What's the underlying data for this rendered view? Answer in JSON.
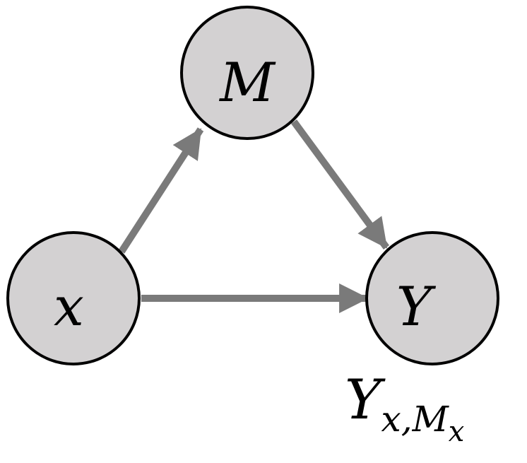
{
  "colors": {
    "node_fill": "#d3d1d2",
    "node_stroke": "#000000",
    "edge": "#7a7a7a",
    "text": "#000000"
  },
  "nodes": [
    {
      "id": "x",
      "label": "x"
    },
    {
      "id": "M",
      "label": "M"
    },
    {
      "id": "Y",
      "label": "Y"
    }
  ],
  "edges": [
    {
      "from": "x",
      "to": "M"
    },
    {
      "from": "M",
      "to": "Y"
    },
    {
      "from": "x",
      "to": "Y"
    }
  ],
  "annotation": {
    "base": "Y",
    "sub": "x,M",
    "subsub": "x"
  }
}
